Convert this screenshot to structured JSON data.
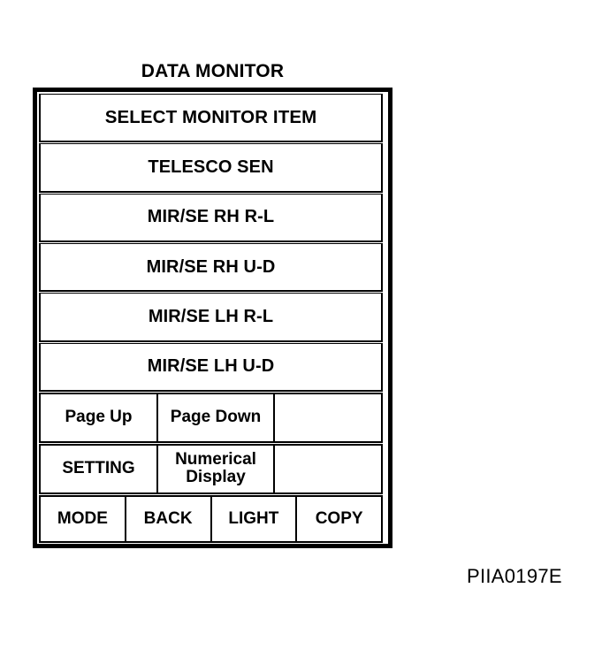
{
  "figure": {
    "title": "DATA MONITOR",
    "caption": "PIIA0197E"
  },
  "monitor": {
    "header": {
      "label": "SELECT MONITOR ITEM"
    },
    "monitor_items": [
      {
        "label": "TELESCO SEN"
      },
      {
        "label": "MIR/SE RH R-L"
      },
      {
        "label": "MIR/SE RH U-D"
      },
      {
        "label": "MIR/SE LH R-L"
      },
      {
        "label": "MIR/SE LH U-D"
      }
    ],
    "paging_row": {
      "page_up": "Page Up",
      "page_down": "Page Down",
      "spare": ""
    },
    "setting_row": {
      "setting": "SETTING",
      "numerical_display_line1": "Numerical",
      "numerical_display_line2": "Display",
      "spare": ""
    },
    "hard_keys": [
      {
        "label": "MODE"
      },
      {
        "label": "BACK"
      },
      {
        "label": "LIGHT"
      },
      {
        "label": "COPY"
      }
    ]
  },
  "colors": {
    "ink": "#000000",
    "paper": "#ffffff"
  }
}
